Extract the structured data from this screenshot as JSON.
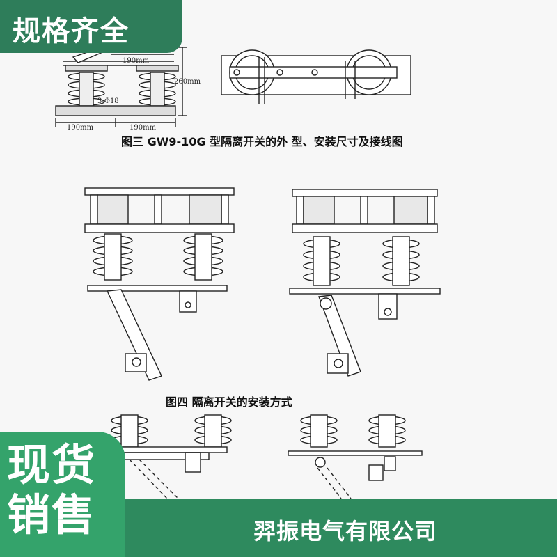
{
  "badges": {
    "top": "规格齐全",
    "bottom_line1": "现货",
    "bottom_line2": "销售"
  },
  "footer": {
    "company": "羿振电气有限公司"
  },
  "figure3": {
    "caption": "图三 GW9-10G 型隔离开关的外 型、安装尺寸及接线图",
    "dim_190_left": "190mm",
    "dim_190_right": "190mm",
    "dim_190_top": "190mm",
    "dim_260": "260mm",
    "hole_label": "3-Φ18"
  },
  "figure4": {
    "caption": "图四 隔离开关的安装方式"
  },
  "colors": {
    "badge_dark": "#2e7d5a",
    "badge_light": "#34a36b",
    "footer": "#2e8a5e"
  }
}
